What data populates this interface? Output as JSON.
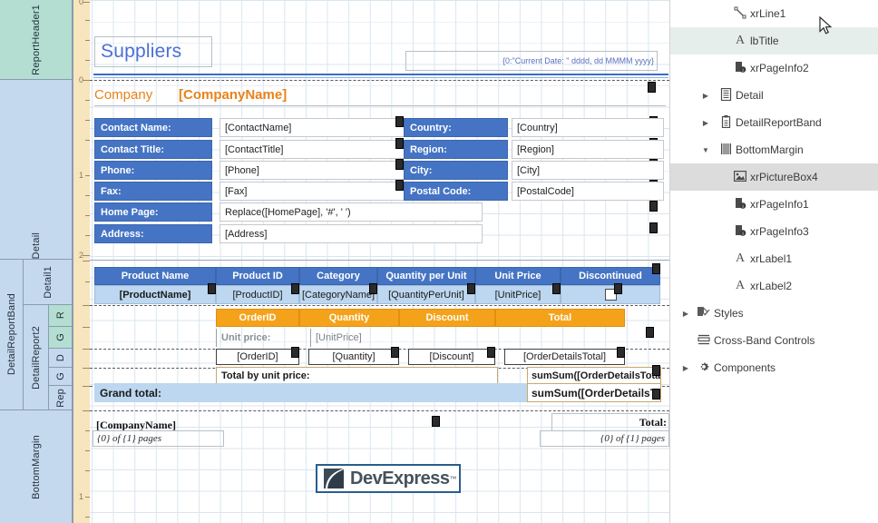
{
  "designer": {
    "bands": [
      {
        "name": "ReportHeader1",
        "label": "ReportHeader1",
        "color": "#b3ded1"
      },
      {
        "name": "Detail",
        "label": "Detail",
        "color": "#c5d9ee"
      },
      {
        "name": "DetailReportBand",
        "label": "DetailReportBand",
        "color": "#c5d9ee"
      },
      {
        "name": "Detail1",
        "label": "Detail1",
        "color": "#c5d9ee"
      },
      {
        "name": "DetailReport2",
        "label": "DetailReport2",
        "color": "#c5d9ee"
      },
      {
        "name": "ReportHeaderSub",
        "label": "R",
        "color": "#b3ded1"
      },
      {
        "name": "GroupHeaderSub",
        "label": "G",
        "color": "#b3ded1"
      },
      {
        "name": "DetailSub",
        "label": "D",
        "color": "#c5d9ee"
      },
      {
        "name": "GroupFooterSub",
        "label": "G",
        "color": "#c5d9ee"
      },
      {
        "name": "ReportFooterSub",
        "label": "Rep",
        "color": "#c5d9ee"
      },
      {
        "name": "BottomMargin",
        "label": "BottomMargin",
        "color": "#c5d9ee"
      }
    ],
    "ruler_marks": [
      "0",
      "1",
      "2",
      "0",
      "1"
    ],
    "report_header": {
      "title": "Suppliers",
      "current_date": "{0:\"Current Date: \" dddd, dd MMMM yyyy}"
    },
    "detail": {
      "company_label": "Company",
      "company_value": "[CompanyName]",
      "left_fields": [
        {
          "label": "Contact Name:",
          "value": "[ContactName]"
        },
        {
          "label": "Contact Title:",
          "value": "[ContactTitle]"
        },
        {
          "label": "Phone:",
          "value": "[Phone]"
        },
        {
          "label": "Fax:",
          "value": "[Fax]"
        },
        {
          "label": "Home Page:",
          "value": "Replace([HomePage], '#', ' ')"
        },
        {
          "label": "Address:",
          "value": "[Address]"
        }
      ],
      "right_fields": [
        {
          "label": "Country:",
          "value": "[Country]"
        },
        {
          "label": "Region:",
          "value": "[Region]"
        },
        {
          "label": "City:",
          "value": "[City]"
        },
        {
          "label": "Postal Code:",
          "value": "[PostalCode]"
        }
      ]
    },
    "products_table": {
      "headers": [
        "Product Name",
        "Product ID",
        "Category",
        "Quantity per Unit",
        "Unit Price",
        "Discontinued"
      ],
      "cells": [
        "[ProductName]",
        "[ProductID]",
        "[CategoryName]",
        "[QuantityPerUnit]",
        "[UnitPrice]",
        ""
      ],
      "discontinued_is_checkbox": true
    },
    "orders_table": {
      "headers": [
        "OrderID",
        "Quantity",
        "Discount",
        "Total"
      ],
      "unit_price_label": "Unit price:",
      "unit_price_value": "[UnitPrice]",
      "cells": [
        "[OrderID]",
        "[Quantity]",
        "[Discount]",
        "[OrderDetailsTotal]"
      ],
      "total_by_unit_price_label": "Total by unit price:",
      "total_by_unit_price_value": "sumSum([OrderDetailsTotal])",
      "grand_total_label": "Grand total:",
      "grand_total_value": "sumSum([OrderDetailsTotal])"
    },
    "bottom_margin": {
      "company_name": "[CompanyName]",
      "page_info_left": "{0} of {1} pages",
      "total_label": "Total:",
      "page_info_right": "{0} of {1} pages",
      "logo_text": "DevExpress",
      "logo_tm": "™"
    }
  },
  "tree": {
    "items": [
      {
        "label": "xrLine1",
        "icon": "line-icon",
        "indent": 86,
        "expander": "",
        "selected": ""
      },
      {
        "label": "lbTitle",
        "icon": "label-icon",
        "indent": 86,
        "expander": "",
        "selected": "sel-a"
      },
      {
        "label": "xrPageInfo2",
        "icon": "pageinfo-icon",
        "indent": 86,
        "expander": "",
        "selected": ""
      },
      {
        "label": "Detail",
        "icon": "detail-band-icon",
        "indent": 52,
        "expander": "▶",
        "selected": ""
      },
      {
        "label": "DetailReportBand",
        "icon": "detail-report-icon",
        "indent": 52,
        "expander": "▶",
        "selected": ""
      },
      {
        "label": "BottomMargin",
        "icon": "margin-icon",
        "indent": 52,
        "expander": "▼",
        "selected": ""
      },
      {
        "label": "xrPictureBox4",
        "icon": "picture-icon",
        "indent": 86,
        "expander": "",
        "selected": "sel-b"
      },
      {
        "label": "xrPageInfo1",
        "icon": "pageinfo-icon",
        "indent": 86,
        "expander": "",
        "selected": ""
      },
      {
        "label": "xrPageInfo3",
        "icon": "pageinfo-icon",
        "indent": 86,
        "expander": "",
        "selected": ""
      },
      {
        "label": "xrLabel1",
        "icon": "label-icon",
        "indent": 86,
        "expander": "",
        "selected": ""
      },
      {
        "label": "xrLabel2",
        "icon": "label-icon",
        "indent": 86,
        "expander": "",
        "selected": ""
      },
      {
        "label": "Styles",
        "icon": "styles-icon",
        "indent": 18,
        "expander": "▶",
        "selected": ""
      },
      {
        "label": "Cross-Band Controls",
        "icon": "crossband-icon",
        "indent": 18,
        "expander": "",
        "selected": ""
      },
      {
        "label": "Components",
        "icon": "components-icon",
        "indent": 18,
        "expander": "▶",
        "selected": ""
      }
    ]
  },
  "colors": {
    "header_blue": "#4574c4",
    "cell_blue": "#bcd7ef",
    "order_orange": "#f5a21b",
    "title_blue": "#4a6fd4",
    "company_orange": "#e8821a",
    "band_green": "#b3ded1",
    "band_blue": "#c5d9ee",
    "ruler": "#f6e5bd"
  }
}
